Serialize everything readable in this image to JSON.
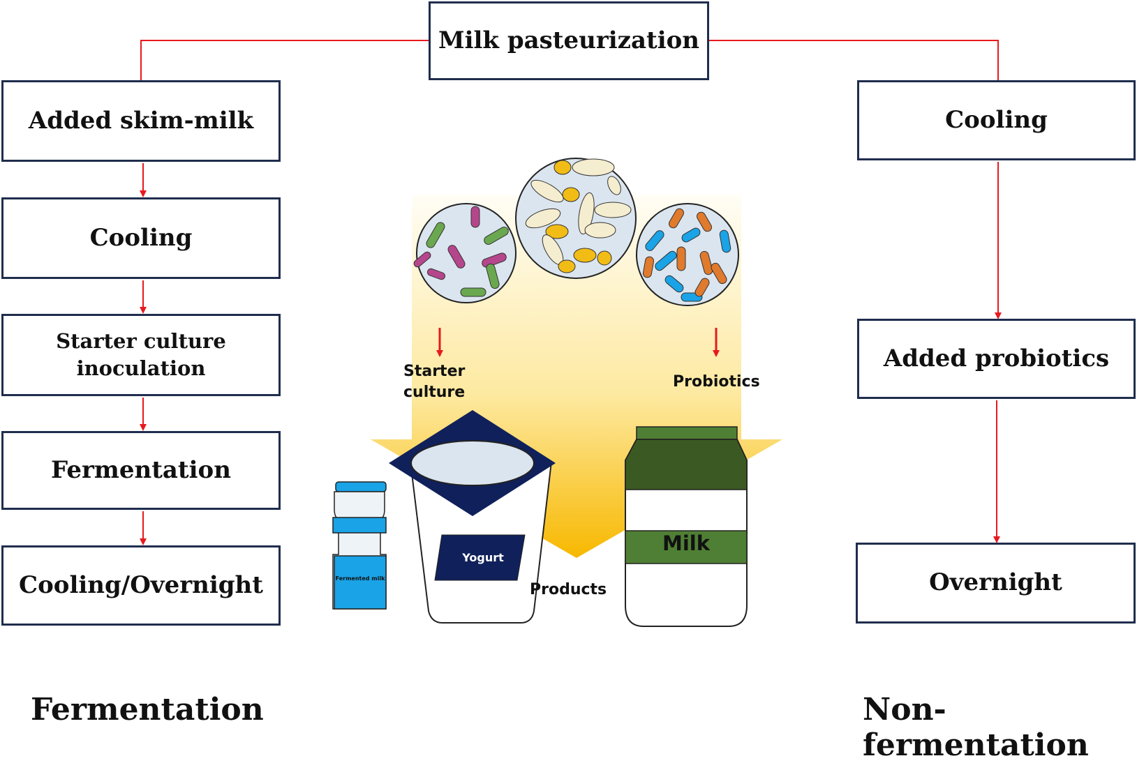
{
  "top": {
    "label": "Milk pasteurization"
  },
  "fermentation": {
    "steps": [
      "Added skim-milk",
      "Cooling",
      "Starter culture inoculation",
      "Fermentation",
      "Cooling/Overnight"
    ],
    "title": "Fermentation"
  },
  "non_fermentation": {
    "steps": [
      "Cooling",
      "Added probiotics",
      "Overnight"
    ],
    "title": "Non-fermentation"
  },
  "center": {
    "starter_label": "Starter culture",
    "probiotics_label": "Probiotics",
    "products_label": "Products",
    "yogurt_label": "Yogurt",
    "milk_label": "Milk",
    "fermented_milk_label": "Fermented milk"
  },
  "colors": {
    "box_border": "#1f2d4d",
    "connector": "#e8191d",
    "arrow_gradient_top": "#fff8e6",
    "arrow_gradient_bottom": "#f7b800",
    "milk_green_dark": "#3b5a23",
    "milk_green_light": "#4f7f34",
    "yogurt_navy": "#10205a",
    "fermented_blue": "#1aa3e6"
  }
}
